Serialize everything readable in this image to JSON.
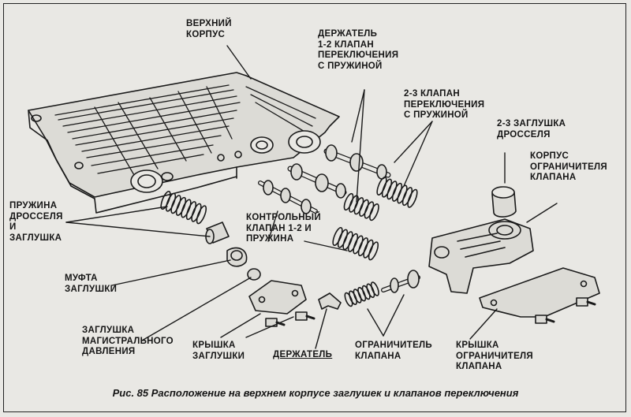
{
  "labels": {
    "upper_body": "ВЕРХНИЙ\nКОРПУС",
    "holder_12": "ДЕРЖАТЕЛЬ\n1-2 КЛАПАН\nПЕРЕКЛЮЧЕНИЯ\nС ПРУЖИНОЙ",
    "valve_23": "2-3 КЛАПАН\nПЕРЕКЛЮЧЕНИЯ\nС ПРУЖИНОЙ",
    "plug_23_throttle": "2-3 ЗАГЛУШКА\nДРОССЕЛЯ",
    "limiter_body": "КОРПУС\nОГРАНИЧИТЕЛЯ\nКЛАПАНА",
    "throttle_spring": "ПРУЖИНА\nДРОССЕЛЯ\nИ\nЗАГЛУШКА",
    "control_valve": "КОНТРОЛЬНЫЙ\nКЛАПАН 1-2 И\nПРУЖИНА",
    "plug_sleeve": "МУФТА\nЗАГЛУШКИ",
    "main_pressure_plug": "ЗАГЛУШКА\nМАГИСТРАЛЬНОГО\nДАВЛЕНИЯ",
    "plug_cover": "КРЫШКА\nЗАГЛУШКИ",
    "holder": "ДЕРЖАТЕЛЬ",
    "valve_limiter": "ОГРАНИЧИТЕЛЬ\nКЛАПАНА",
    "limiter_cover": "КРЫШКА\nОГРАНИЧИТЕЛЯ\nКЛАПАНА"
  },
  "caption": "Рис. 85 Расположение на верхнем корпусе заглушек и клапанов переключения"
}
